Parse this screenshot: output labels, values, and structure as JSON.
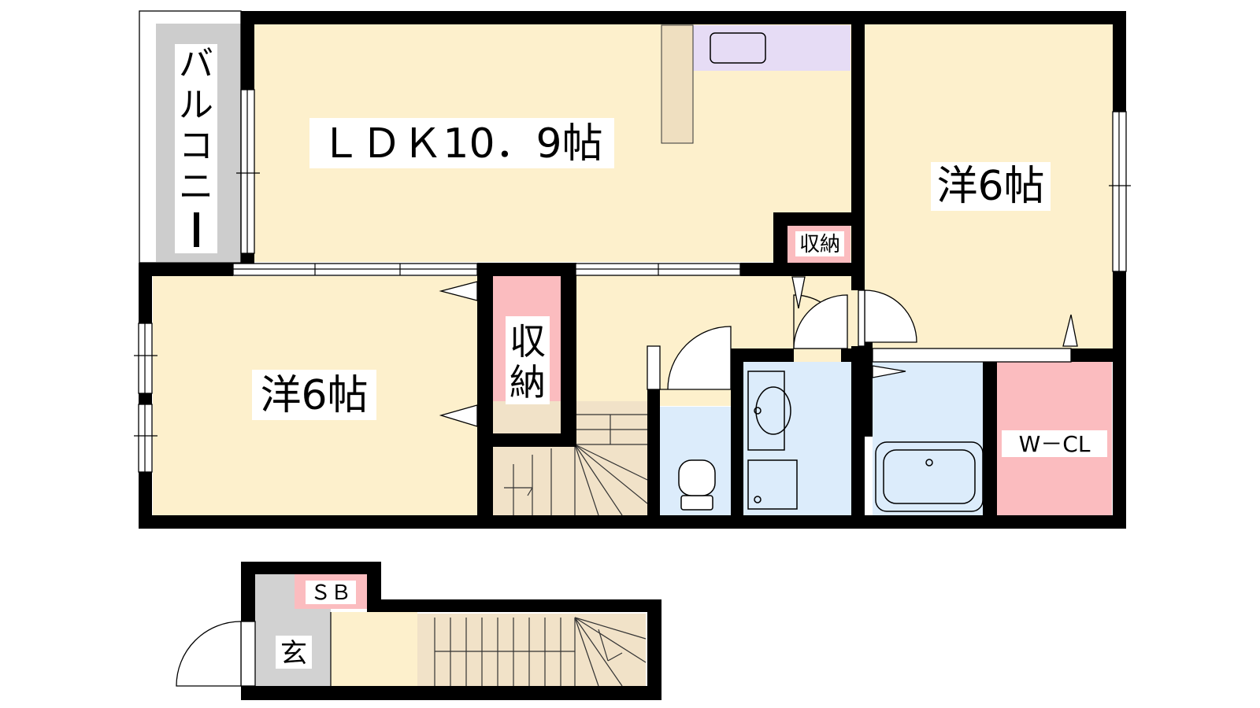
{
  "colors": {
    "wall": "#000000",
    "room": "#fdf0cc",
    "storage": "#fbbcbf",
    "wet": "#dcecfb",
    "kitchen": "#e6dcf5",
    "counter": "#efdfc0",
    "stairs": "#f1e2c8",
    "balcony": "#cdcdcd",
    "entrance": "#d2d2d2"
  },
  "rooms": {
    "ldk": "ＬＤＫ10．9帖",
    "western_right": "洋6帖",
    "western_left": "洋6帖",
    "storage_small": "収納",
    "storage_left_line1": "収",
    "storage_left_line2": "納",
    "wcl": "W－CL",
    "balcony": [
      "バ",
      "ル",
      "コ",
      "ニ",
      "ー"
    ],
    "sb": "ＳＢ",
    "entrance": "玄"
  }
}
